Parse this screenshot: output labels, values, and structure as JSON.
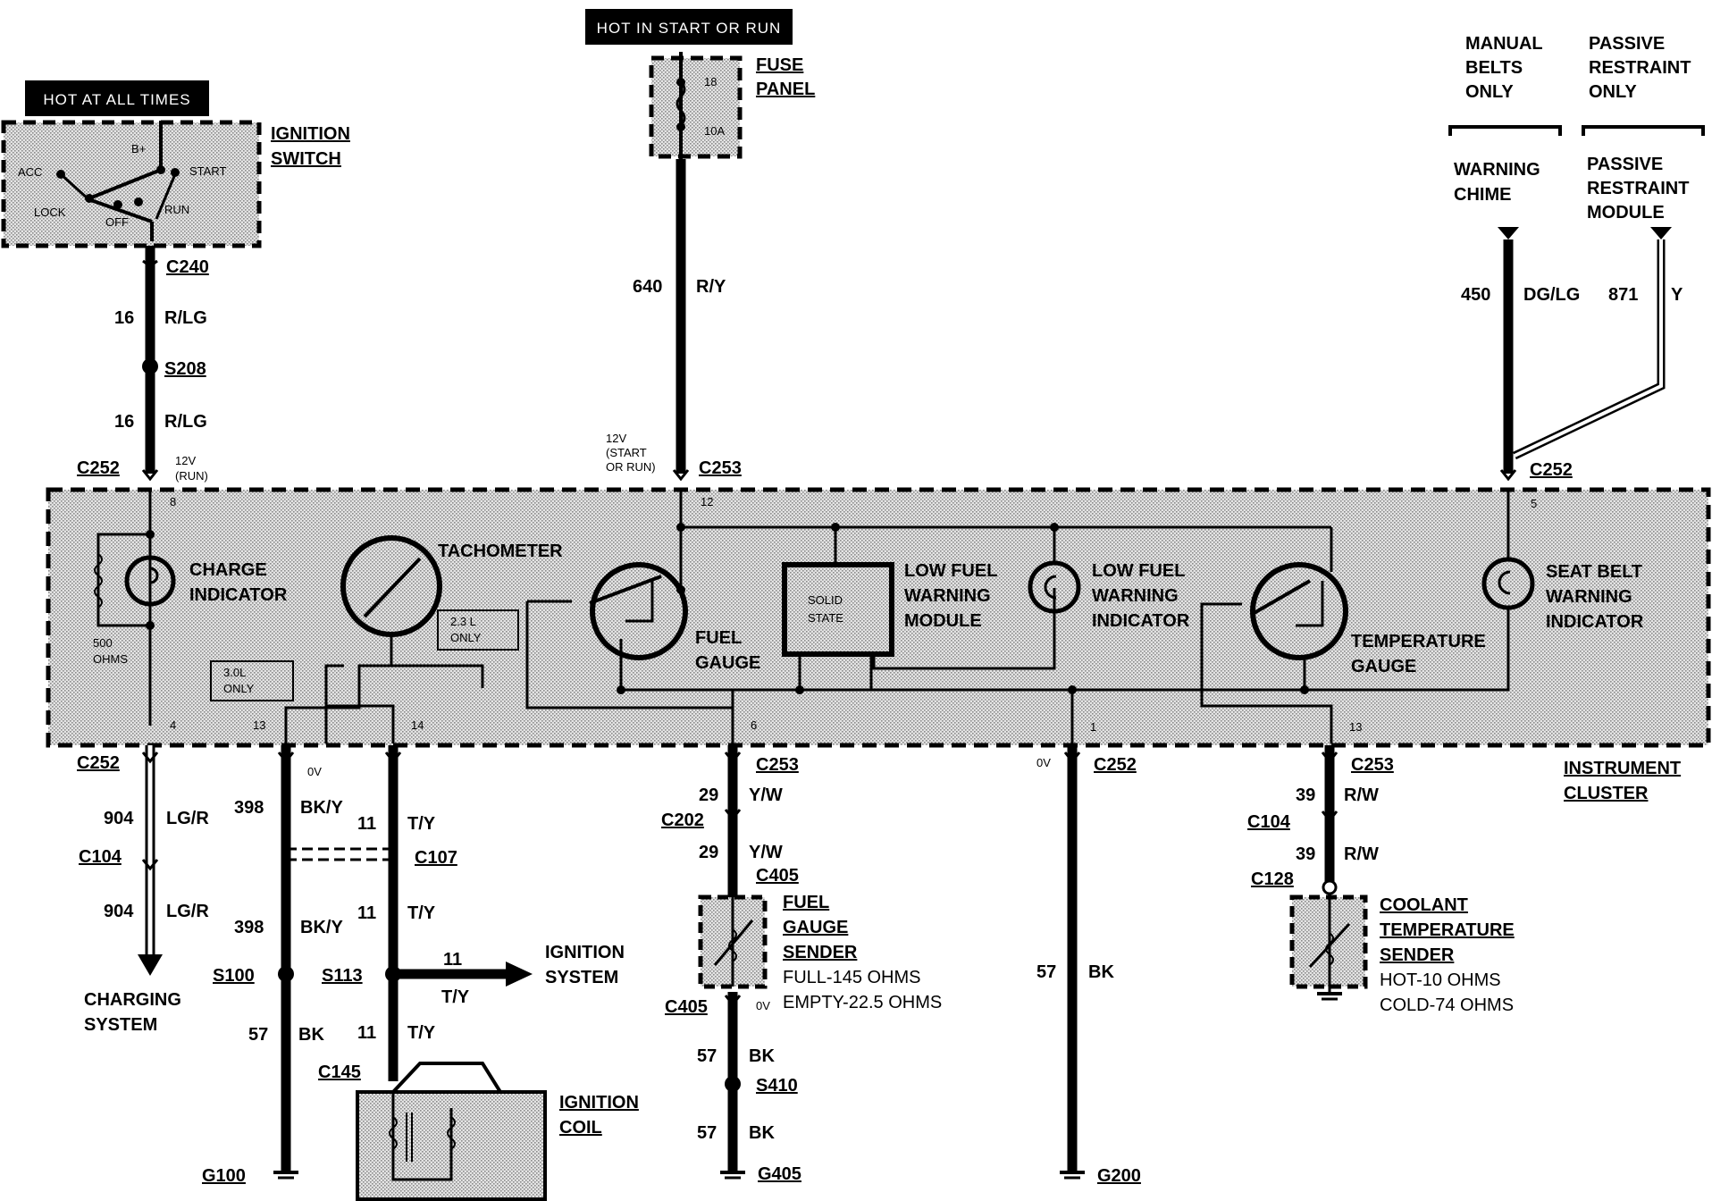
{
  "power": {
    "hot_at_all_times": "HOT AT ALL TIMES",
    "hot_in_start_or_run": "HOT IN START OR RUN"
  },
  "ignition_switch": {
    "title_1": "IGNITION",
    "title_2": "SWITCH",
    "positions": {
      "b_plus": "B+",
      "acc": "ACC",
      "start": "START",
      "lock": "LOCK",
      "off": "OFF",
      "run": "RUN"
    }
  },
  "fuse_panel": {
    "title_1": "FUSE",
    "title_2": "PANEL",
    "fuse_number": "18",
    "fuse_rating": "10A"
  },
  "options": {
    "manual_belts_1": "MANUAL",
    "manual_belts_2": "BELTS",
    "manual_belts_3": "ONLY",
    "passive_1": "PASSIVE",
    "passive_2": "RESTRAINT",
    "passive_3": "ONLY",
    "warning_chime_1": "WARNING",
    "warning_chime_2": "CHIME",
    "prm_1": "PASSIVE",
    "prm_2": "RESTRAINT",
    "prm_3": "MODULE"
  },
  "circuits": {
    "c640": "640",
    "c640_color": "R/Y",
    "c16": "16",
    "c16_color": "R/LG",
    "c450": "450",
    "c450_color": "DG/LG",
    "c871": "871",
    "c871_color": "Y",
    "c904": "904",
    "c904_color": "LG/R",
    "c398": "398",
    "c398_color": "BK/Y",
    "c11": "11",
    "c11_color": "T/Y",
    "c57": "57",
    "c57_color": "BK",
    "c29": "29",
    "c29_color": "Y/W",
    "c39": "39",
    "c39_color": "R/W"
  },
  "connectors": {
    "c240": "C240",
    "s208": "S208",
    "c252": "C252",
    "c253": "C253",
    "c104": "C104",
    "c107": "C107",
    "s100": "S100",
    "s113": "S113",
    "c145": "C145",
    "c202": "C202",
    "c405": "C405",
    "s410": "S410",
    "c128": "C128",
    "g100": "G100",
    "g405": "G405",
    "g200": "G200"
  },
  "pins": {
    "p8": "8",
    "p12": "12",
    "p5": "5",
    "p4": "4",
    "p13": "13",
    "p14": "14",
    "p6": "6",
    "p1": "1"
  },
  "voltages": {
    "v12_run": "12V",
    "run": "(RUN)",
    "v12_start": "12V",
    "start_1": "(START",
    "start_2": "OR RUN)",
    "zero_v": "0V"
  },
  "cluster": {
    "title_1": "INSTRUMENT",
    "title_2": "CLUSTER",
    "charge_1": "CHARGE",
    "charge_2": "INDICATOR",
    "ohms_1": "500",
    "ohms_2": "OHMS",
    "tach": "TACHOMETER",
    "l23_1": "2.3 L",
    "l23_2": "ONLY",
    "l30_1": "3.0L",
    "l30_2": "ONLY",
    "fuel_1": "FUEL",
    "fuel_2": "GAUGE",
    "solid_1": "SOLID",
    "solid_2": "STATE",
    "lfwm_1": "LOW FUEL",
    "lfwm_2": "WARNING",
    "lfwm_3": "MODULE",
    "lfwi_1": "LOW FUEL",
    "lfwi_2": "WARNING",
    "lfwi_3": "INDICATOR",
    "temp_1": "TEMPERATURE",
    "temp_2": "GAUGE",
    "seat_1": "SEAT BELT",
    "seat_2": "WARNING",
    "seat_3": "INDICATOR"
  },
  "destinations": {
    "charging_1": "CHARGING",
    "charging_2": "SYSTEM",
    "ignition_1": "IGNITION",
    "ignition_2": "SYSTEM",
    "coil_1": "IGNITION",
    "coil_2": "COIL"
  },
  "fuel_sender": {
    "title_1": "FUEL",
    "title_2": "GAUGE",
    "title_3": "SENDER",
    "full": "FULL-145 OHMS",
    "empty": "EMPTY-22.5 OHMS"
  },
  "coolant_sender": {
    "title_1": "COOLANT",
    "title_2": "TEMPERATURE",
    "title_3": "SENDER",
    "hot": "HOT-10 OHMS",
    "cold": "COLD-74 OHMS"
  }
}
